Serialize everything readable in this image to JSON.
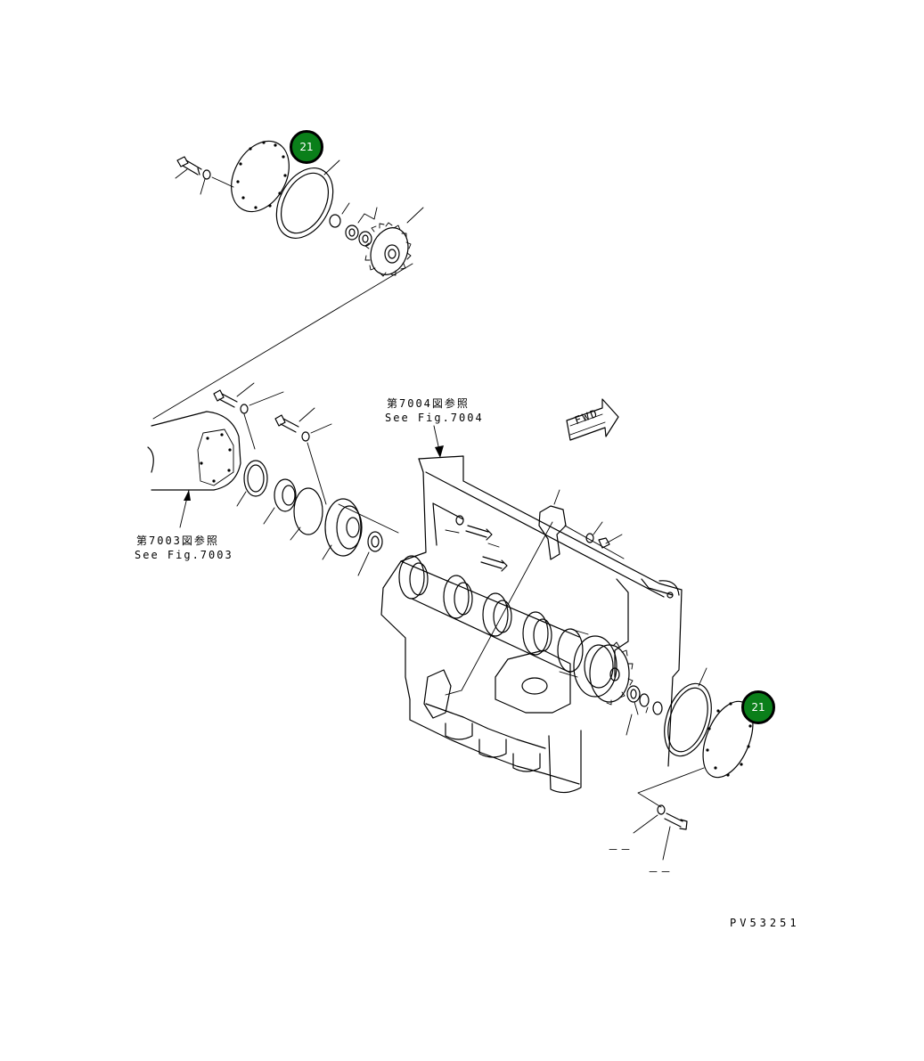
{
  "callouts": [
    {
      "label": "21"
    },
    {
      "label": "21"
    }
  ],
  "references": {
    "fig7004_jp": "第7004図参照",
    "fig7004_en": "See Fig.7004",
    "fig7003_jp": "第7003図参照",
    "fig7003_en": "See Fig.7003"
  },
  "fwd_label": "FWD",
  "dash_marks": [
    "－－",
    "－－"
  ],
  "drawing_code": "PV53251",
  "colors": {
    "callout_fill": "#0a7f1a",
    "line": "#000000"
  },
  "icons": [
    "fwd-arrow-icon"
  ]
}
